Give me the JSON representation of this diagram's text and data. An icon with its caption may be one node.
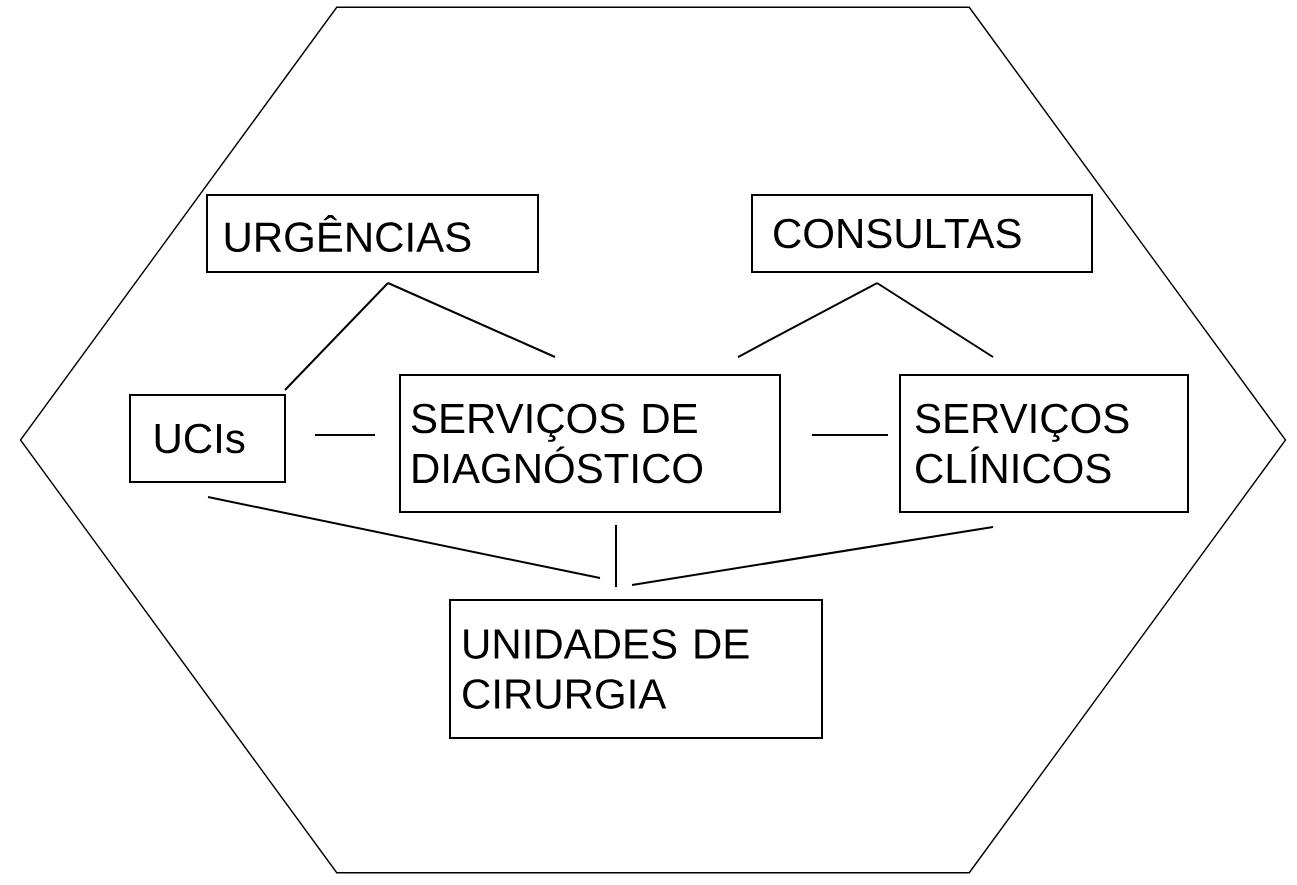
{
  "diagram": {
    "nodes": [
      {
        "text": [],
        "shape": "hexagon"
      },
      {
        "text": [
          "URGÊNCIAS"
        ],
        "in": 0
      },
      {
        "text": [
          "CONSULTAS"
        ],
        "in": 0
      },
      {
        "text": [
          "UCIs"
        ],
        "in": 0
      },
      {
        "text": [
          "SERVIÇOS DE DIAGNÓSTICO"
        ],
        "in": 0
      },
      {
        "text": [
          "SERVIÇOS CLÍNICOS"
        ],
        "in": 0
      },
      {
        "text": [
          "UNIDADES DE CIRURGIA"
        ],
        "in": 0
      }
    ],
    "edges": [
      {
        "from": 1,
        "to": 3,
        "arrow": "none"
      },
      {
        "from": 1,
        "to": 4,
        "arrow": "none"
      },
      {
        "from": 2,
        "to": 4,
        "arrow": "none"
      },
      {
        "from": 2,
        "to": 5,
        "arrow": "none"
      },
      {
        "from": 3,
        "to": 4,
        "arrow": "none"
      },
      {
        "from": 4,
        "to": 5,
        "arrow": "none"
      },
      {
        "from": 3,
        "to": 6,
        "arrow": "none"
      },
      {
        "from": 4,
        "to": 6,
        "arrow": "none"
      },
      {
        "from": 5,
        "to": 6,
        "arrow": "none"
      }
    ]
  }
}
